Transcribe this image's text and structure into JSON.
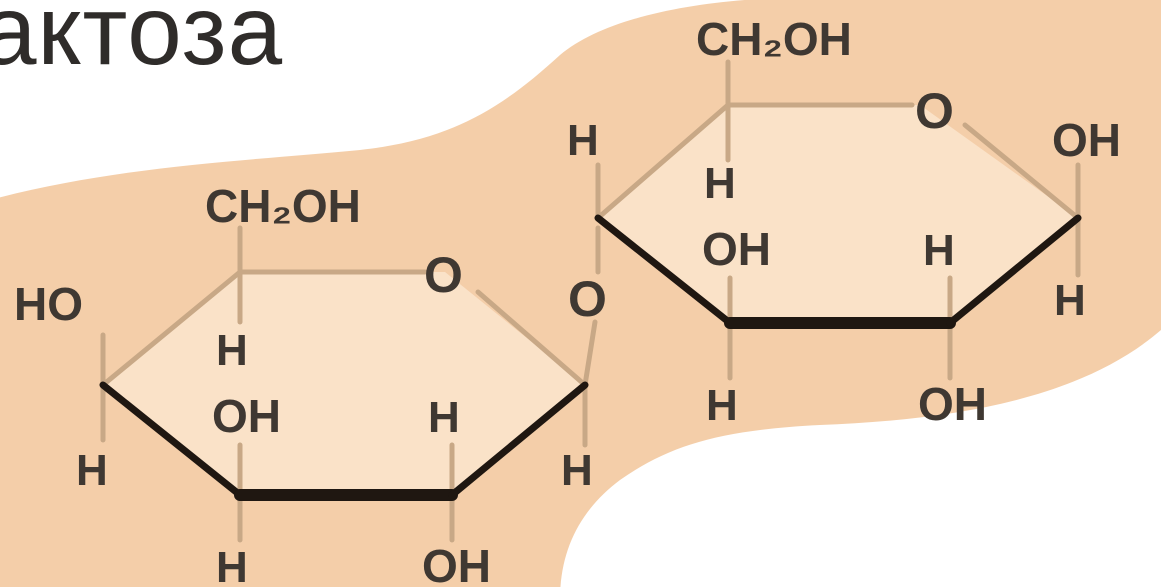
{
  "title": "актоза",
  "colors": {
    "band": "#f3c9a0",
    "ring_fill": "#fae2c8",
    "bond_light": "#c8a886",
    "bond_bold": "#1f1711",
    "atom_text": "#3f3832",
    "title_text": "#2f2c2a"
  },
  "left_ring": {
    "ch2oh": "CH₂OH",
    "ring_o": "O",
    "c4_top": "HO",
    "c4_bottom": "H",
    "c3_top": "H",
    "c3_oh": "OH",
    "c3_bottom": "H",
    "c2_top": "H",
    "c2_bottom": "OH",
    "c1_bottom": "H"
  },
  "bridge_o": "O",
  "right_ring": {
    "c1_top_h": "H",
    "ch2oh": "CH₂OH",
    "ring_o": "O",
    "c1_oh": "OH",
    "c1_h": "H",
    "c4_top": "H",
    "c3_top": "OH",
    "c2_top": "H",
    "c3_bottom": "H",
    "c2_bottom": "OH"
  }
}
